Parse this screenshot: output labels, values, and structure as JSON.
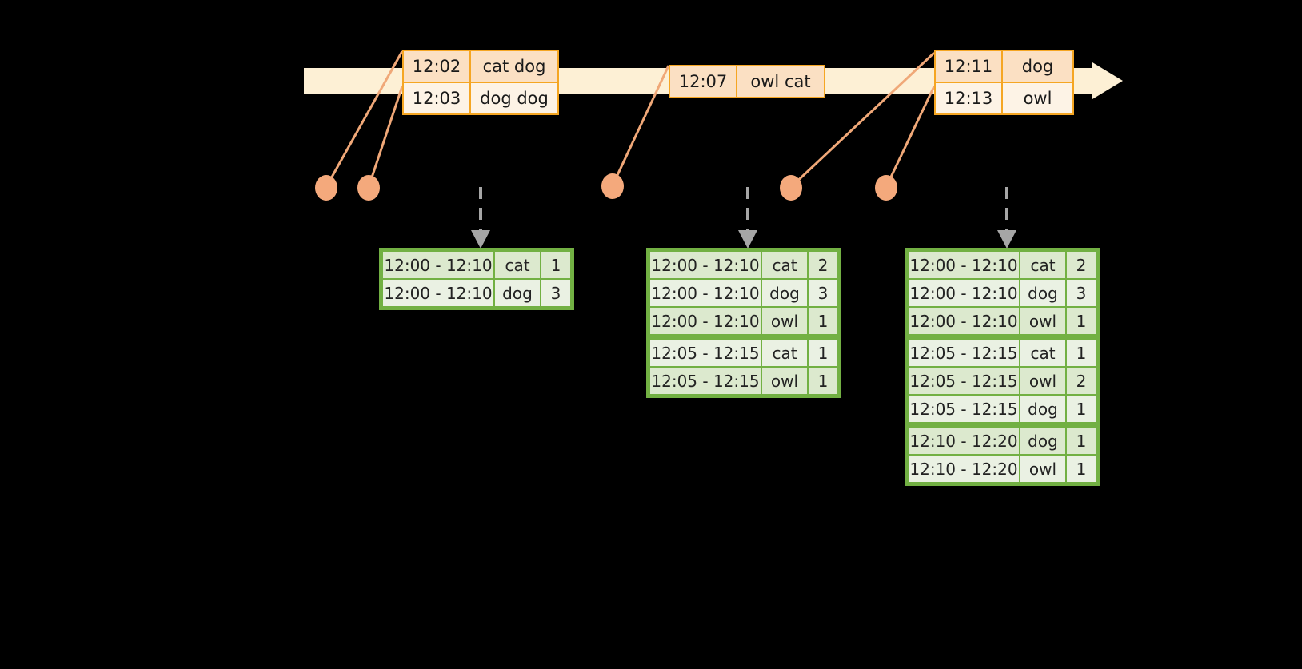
{
  "timeline": {
    "name": "event-stream-timeline",
    "direction_icon": "arrow-right-icon",
    "events": [
      {
        "group_name": "event-group-1",
        "rows": [
          {
            "time": "12:02",
            "words": "cat dog"
          },
          {
            "time": "12:03",
            "words": "dog dog"
          }
        ]
      },
      {
        "group_name": "event-group-2",
        "rows": [
          {
            "time": "12:07",
            "words": "owl cat"
          }
        ]
      },
      {
        "group_name": "event-group-3",
        "rows": [
          {
            "time": "12:11",
            "words": "dog"
          },
          {
            "time": "12:13",
            "words": "owl"
          }
        ]
      }
    ]
  },
  "dots": [
    {
      "name": "event-marker-1202"
    },
    {
      "name": "event-marker-1203"
    },
    {
      "name": "event-marker-1207"
    },
    {
      "name": "event-marker-1211"
    },
    {
      "name": "event-marker-1213"
    }
  ],
  "results": [
    {
      "name": "result-table-1",
      "groups": [
        {
          "rows": [
            {
              "window": "12:00 - 12:10",
              "word": "cat",
              "count": "1"
            },
            {
              "window": "12:00 - 12:10",
              "word": "dog",
              "count": "3"
            }
          ]
        }
      ]
    },
    {
      "name": "result-table-2",
      "groups": [
        {
          "rows": [
            {
              "window": "12:00 - 12:10",
              "word": "cat",
              "count": "2"
            },
            {
              "window": "12:00 - 12:10",
              "word": "dog",
              "count": "3"
            },
            {
              "window": "12:00 - 12:10",
              "word": "owl",
              "count": "1"
            }
          ]
        },
        {
          "rows": [
            {
              "window": "12:05 - 12:15",
              "word": "cat",
              "count": "1"
            },
            {
              "window": "12:05 - 12:15",
              "word": "owl",
              "count": "1"
            }
          ]
        }
      ]
    },
    {
      "name": "result-table-3",
      "groups": [
        {
          "rows": [
            {
              "window": "12:00 - 12:10",
              "word": "cat",
              "count": "2"
            },
            {
              "window": "12:00 - 12:10",
              "word": "dog",
              "count": "3"
            },
            {
              "window": "12:00 - 12:10",
              "word": "owl",
              "count": "1"
            }
          ]
        },
        {
          "rows": [
            {
              "window": "12:05 - 12:15",
              "word": "cat",
              "count": "1"
            },
            {
              "window": "12:05 - 12:15",
              "word": "owl",
              "count": "2"
            },
            {
              "window": "12:05 - 12:15",
              "word": "dog",
              "count": "1"
            }
          ]
        },
        {
          "rows": [
            {
              "window": "12:10 - 12:20",
              "word": "dog",
              "count": "1"
            },
            {
              "window": "12:10 - 12:20",
              "word": "owl",
              "count": "1"
            }
          ]
        }
      ]
    }
  ],
  "colors": {
    "background": "#000000",
    "timeline_fill": "#fdf0d5",
    "event_border": "#f5a623",
    "event_fill_dark": "#fbe0c3",
    "event_fill_light": "#fdf3e6",
    "dot_fill": "#f4a97c",
    "connector_line": "#f0a878",
    "table_border": "#72b043",
    "table_fill_dark": "#dce9ce",
    "table_fill_light": "#eaf1e3",
    "down_arrow": "#a6a6a6"
  }
}
